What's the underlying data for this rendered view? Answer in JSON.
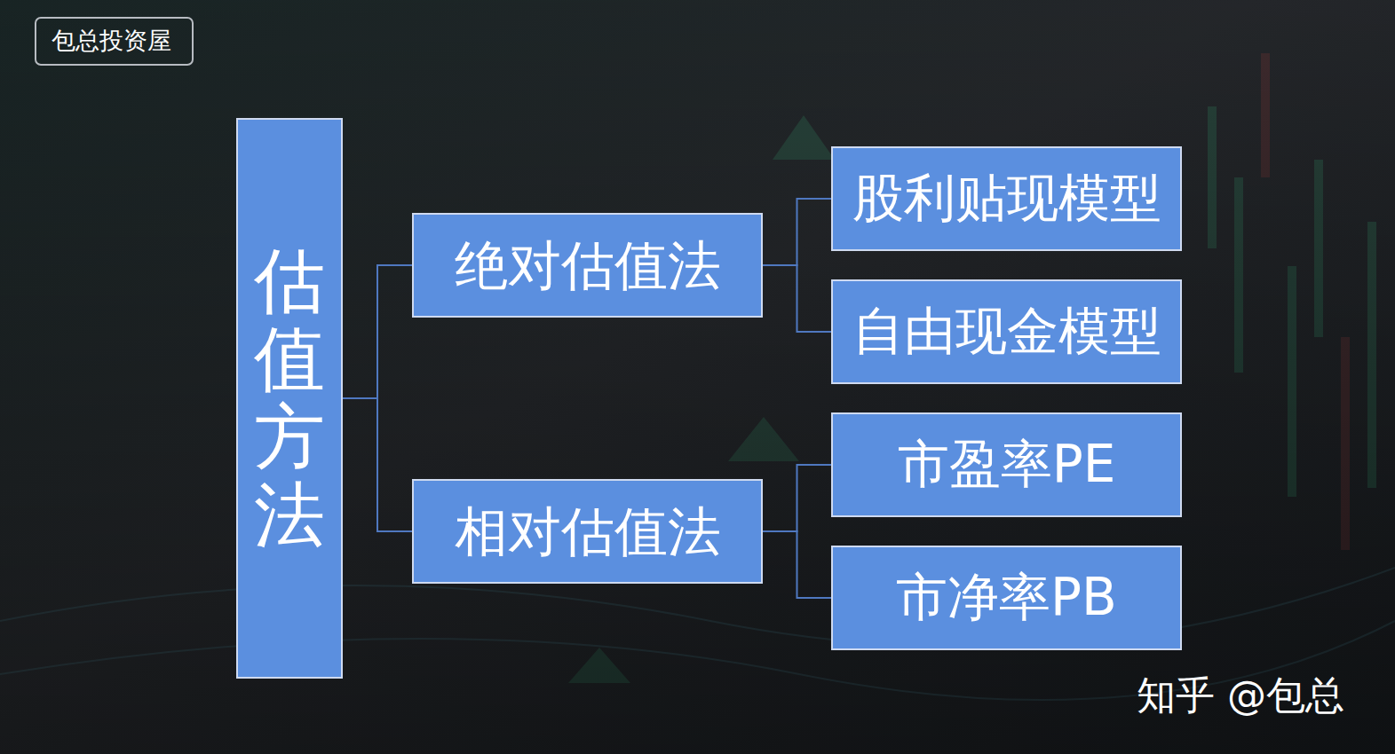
{
  "diagram": {
    "nodes": [
      {
        "text": [
          "估值方法"
        ]
      },
      {
        "text": [
          "绝对估值法"
        ]
      },
      {
        "text": [
          "相对估值法"
        ]
      },
      {
        "text": [
          "股利贴现模型"
        ]
      },
      {
        "text": [
          "自由现金模型"
        ]
      },
      {
        "text": [
          "市盈率PE"
        ]
      },
      {
        "text": [
          "市净率PB"
        ]
      }
    ],
    "edges": [
      {
        "from": 0,
        "to": 1,
        "arrow": "none"
      },
      {
        "from": 0,
        "to": 2,
        "arrow": "none"
      },
      {
        "from": 1,
        "to": 3,
        "arrow": "none"
      },
      {
        "from": 1,
        "to": 4,
        "arrow": "none"
      },
      {
        "from": 2,
        "to": 5,
        "arrow": "none"
      },
      {
        "from": 2,
        "to": 6,
        "arrow": "none"
      }
    ],
    "labels": [
      "包总投资屋",
      "知乎 @包总"
    ]
  }
}
